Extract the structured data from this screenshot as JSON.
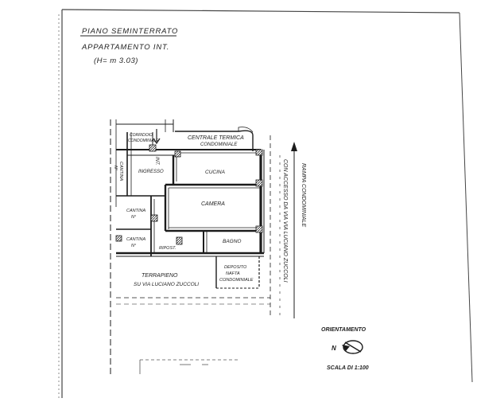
{
  "header": {
    "line1": "PIANO SEMINTERRATO",
    "line2": "APPARTAMENTO INT.",
    "line3": "(H= m 3.03)"
  },
  "rooms": {
    "corridoio": "CORRIDOIO",
    "condominiale": "CONDOMINIALE",
    "int": "INT.",
    "cantina_a": "CANTINA",
    "cantina_a_num": "N°",
    "ingresso": "INGRESSO",
    "centrale_termica": "CENTRALE TERMICA",
    "centrale_condominiale": "CONDOMINIALE",
    "cucina": "CUCINA",
    "camera": "CAMERA",
    "cantina_b": "CANTINA",
    "cantina_b_num": "N°",
    "cantina_c": "CANTINA",
    "cantina_c_num": "N°",
    "bagno": "BAGNO",
    "ripost": "RIPOST.",
    "deposito": "DEPOSITO",
    "nafta": "NAFTA",
    "nafta_condominiale": "CONDOMINIALE",
    "terrapieno": "TERRAPIENO",
    "terrapieno_via": "SU VIA LUCIANO ZUCCOLI"
  },
  "side_labels": {
    "rampa": "RAMPA CONDOMINIALE",
    "accesso": "CON ACCESSO DA VIA VIA LUCIANO ZUCCOLI"
  },
  "orientation": {
    "label": "ORIENTAMENTO",
    "north": "N"
  },
  "scale": {
    "label": "SCALA DI 1:100"
  },
  "colors": {
    "ink": "#1c1c1c",
    "paper": "#ffffff",
    "border": "#3a3a3a"
  }
}
